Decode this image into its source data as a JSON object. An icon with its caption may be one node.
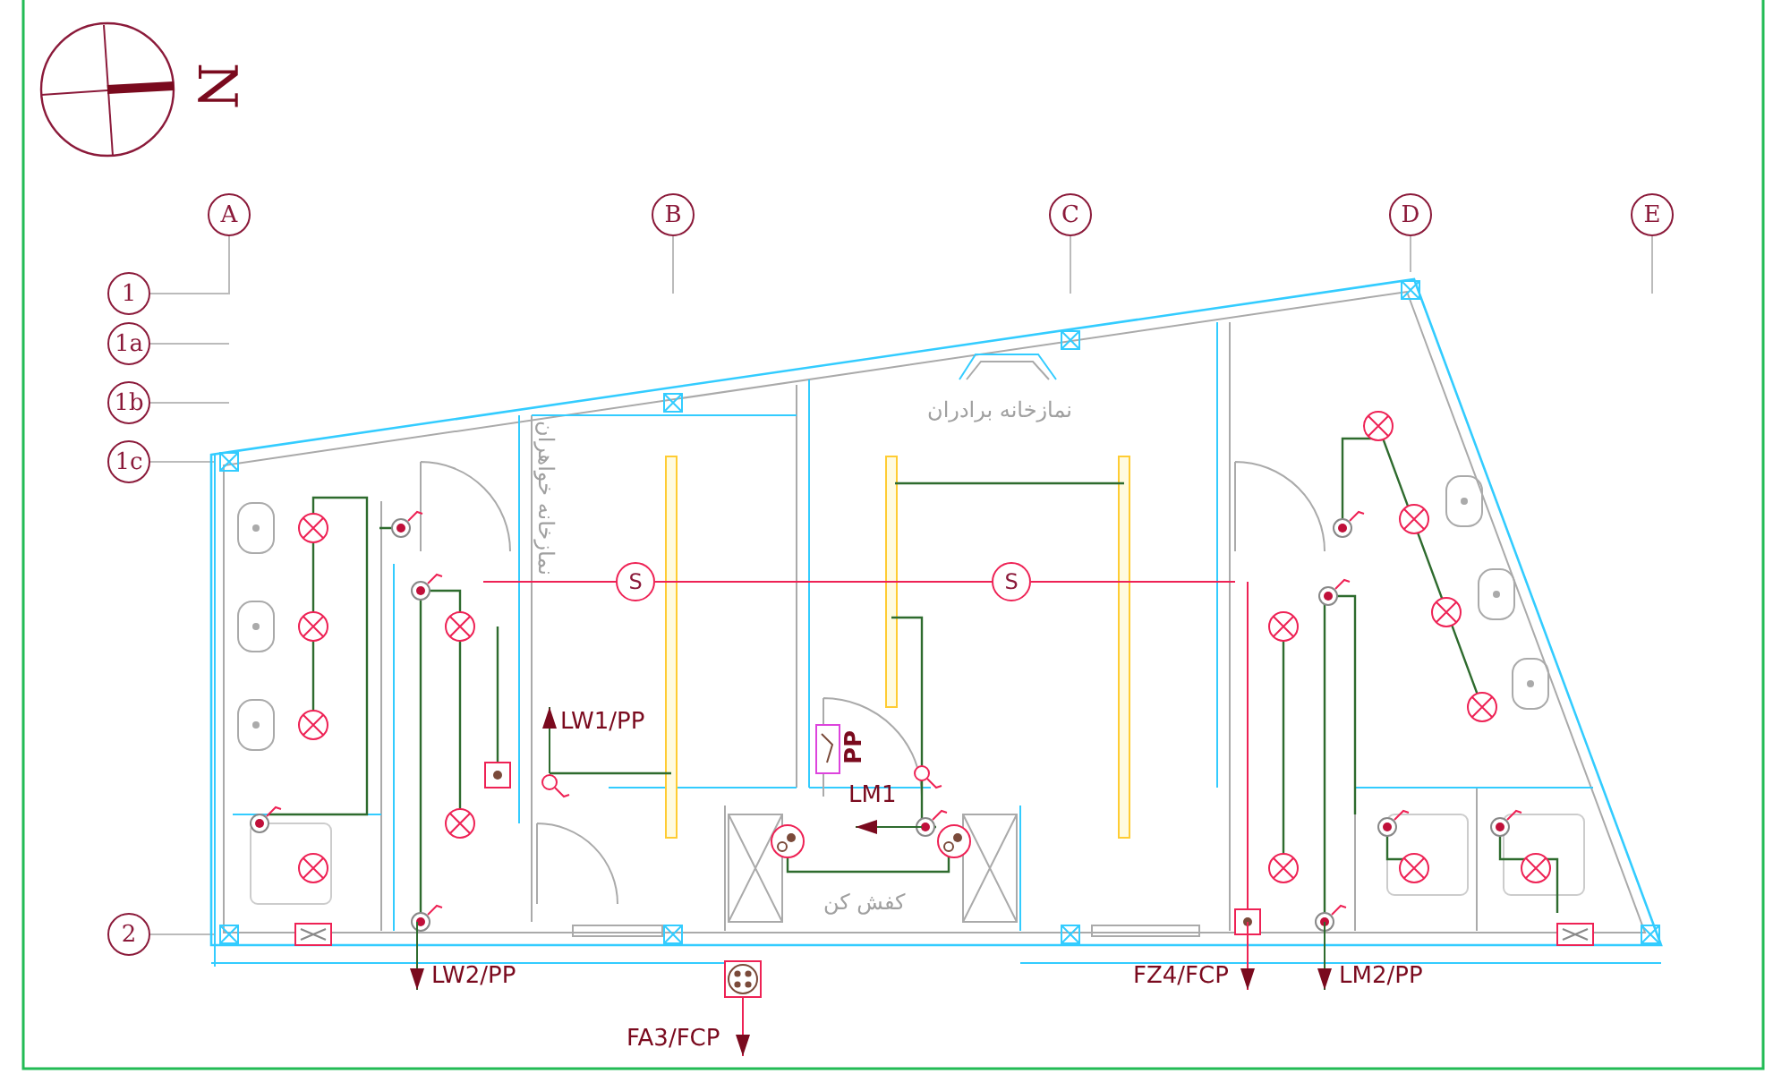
{
  "diagram": {
    "nodes": [
      {
        "text": [
          "A"
        ]
      },
      {
        "text": [
          "B"
        ]
      },
      {
        "text": [
          "C"
        ]
      },
      {
        "text": [
          "D"
        ]
      },
      {
        "text": [
          "E"
        ]
      },
      {
        "text": [
          "1"
        ]
      },
      {
        "text": [
          "1a"
        ]
      },
      {
        "text": [
          "1b"
        ]
      },
      {
        "text": [
          "1c"
        ]
      },
      {
        "text": [
          "2"
        ]
      },
      {
        "text": [
          "S"
        ]
      },
      {
        "text": [
          "S"
        ]
      }
    ],
    "labels": [
      "N",
      "نمازخانه برادران",
      "نمازخانه خواهران",
      "LW1/PP",
      "PP",
      "LM1",
      "کفش کن",
      "LW2/PP",
      "FZ4/FCP",
      "LM2/PP",
      "FA3/FCP"
    ]
  }
}
